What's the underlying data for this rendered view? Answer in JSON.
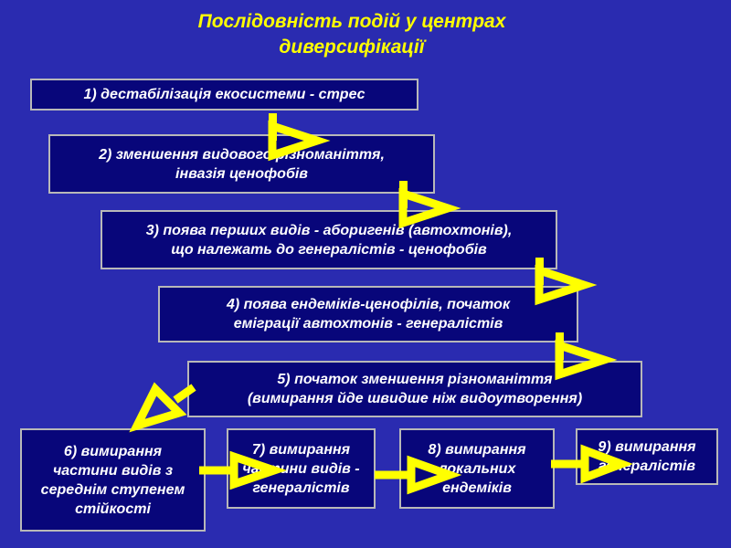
{
  "title": {
    "line1": "Послідовність подій у центрах",
    "line2": "диверсифікації"
  },
  "steps": [
    {
      "line1": "1) дестабілізація екосистеми - стрес",
      "line2": ""
    },
    {
      "line1": "2) зменшення видового різноманіття,",
      "line2": "інвазія ценофобів"
    },
    {
      "line1": "3) поява перших видів - аборигенів (автохтонів),",
      "line2": "що належать до генералістів - ценофобів"
    },
    {
      "line1": "4) поява ендеміків-ценофілів, початок",
      "line2": "еміграції автохтонів - генералістів"
    },
    {
      "line1": "5) початок зменшення різноманіття",
      "line2": "(вимирання йде швидше ніж видоутворення)"
    },
    {
      "line1": "6) вимирання",
      "line2": "частини видів з",
      "line3": "середнім ступенем",
      "line4": "стійкості"
    },
    {
      "line1": "7) вимирання",
      "line2": "частини видів -",
      "line3": "генералістів"
    },
    {
      "line1": "8) вимирання",
      "line2": "локальних",
      "line3": "ендеміків"
    },
    {
      "line1": "9) вимирання",
      "line2": "генералістів"
    }
  ],
  "colors": {
    "background": "#2a2bb0",
    "box_fill": "#08067a",
    "box_border": "#b8b8b8",
    "title_text": "#ffff00",
    "box_text": "#ffffff",
    "arrow": "#ffff00"
  }
}
